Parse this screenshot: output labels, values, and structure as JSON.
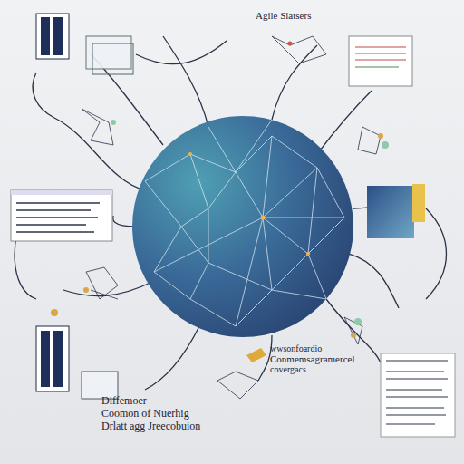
{
  "diagram": {
    "labels": [
      "Agile Slatsers",
      "Diffemoer",
      "Coomon of Nuerhig",
      "Drlatt agg Jreecobuion",
      "wwsonfoardio",
      "Conmemsagramercel",
      "covergacs"
    ]
  }
}
